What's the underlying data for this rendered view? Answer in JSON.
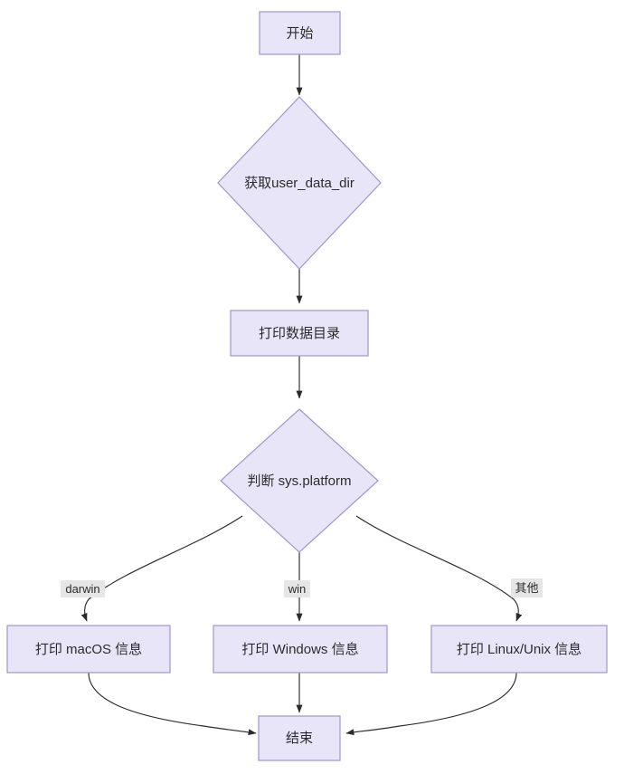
{
  "diagram": {
    "type": "flowchart",
    "direction": "top-to-bottom",
    "theme": {
      "node_fill": "#E8E5F8",
      "node_border": "#A294C9",
      "edge_color": "#2b2b2b",
      "edge_label_bg": "#e6e6e6",
      "text_color": "#2b2b2b",
      "background": "#ffffff"
    },
    "nodes": {
      "start": {
        "label": "开始",
        "shape": "rectangle"
      },
      "get_dir": {
        "label": "获取user_data_dir",
        "shape": "diamond"
      },
      "print_dir": {
        "label": "打印数据目录",
        "shape": "rectangle"
      },
      "check_platform": {
        "label": "判断 sys.platform",
        "shape": "diamond"
      },
      "macos": {
        "label": "打印 macOS 信息",
        "shape": "rectangle"
      },
      "windows": {
        "label": "打印 Windows 信息",
        "shape": "rectangle"
      },
      "linux": {
        "label": "打印 Linux/Unix 信息",
        "shape": "rectangle"
      },
      "end": {
        "label": "结束",
        "shape": "rectangle"
      }
    },
    "edges": [
      {
        "from": "start",
        "to": "get_dir",
        "label": ""
      },
      {
        "from": "get_dir",
        "to": "print_dir",
        "label": ""
      },
      {
        "from": "print_dir",
        "to": "check_platform",
        "label": ""
      },
      {
        "from": "check_platform",
        "to": "macos",
        "label": "darwin"
      },
      {
        "from": "check_platform",
        "to": "windows",
        "label": "win"
      },
      {
        "from": "check_platform",
        "to": "linux",
        "label": "其他"
      },
      {
        "from": "macos",
        "to": "end",
        "label": ""
      },
      {
        "from": "windows",
        "to": "end",
        "label": ""
      },
      {
        "from": "linux",
        "to": "end",
        "label": ""
      }
    ]
  }
}
